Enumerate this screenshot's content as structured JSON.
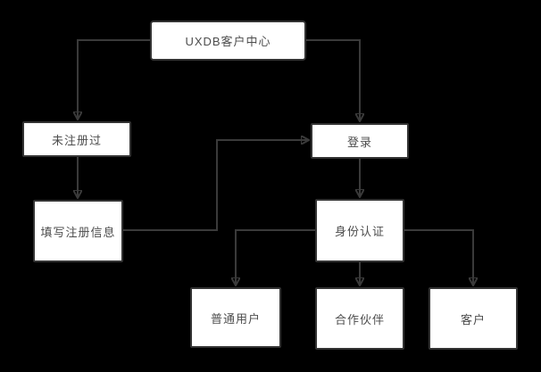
{
  "colors": {
    "background": "#000000",
    "node_fill": "#ffffff",
    "node_border": "#333333",
    "connector": "#3a3a3a",
    "text": "#4d4d4d"
  },
  "nodes": {
    "root": {
      "label": "UXDB客户中心"
    },
    "unregistered": {
      "label": "未注册过"
    },
    "fill_registration": {
      "label": "填写注册信息"
    },
    "login": {
      "label": "登录"
    },
    "identity_auth": {
      "label": "身份认证"
    },
    "normal_user": {
      "label": "普通用户"
    },
    "partner": {
      "label": "合作伙伴"
    },
    "customer": {
      "label": "客户"
    }
  },
  "edges": [
    {
      "from": "root",
      "to": "unregistered"
    },
    {
      "from": "root",
      "to": "login"
    },
    {
      "from": "unregistered",
      "to": "fill_registration"
    },
    {
      "from": "fill_registration",
      "to": "login"
    },
    {
      "from": "login",
      "to": "identity_auth"
    },
    {
      "from": "identity_auth",
      "to": "normal_user"
    },
    {
      "from": "identity_auth",
      "to": "partner"
    },
    {
      "from": "identity_auth",
      "to": "customer"
    }
  ]
}
